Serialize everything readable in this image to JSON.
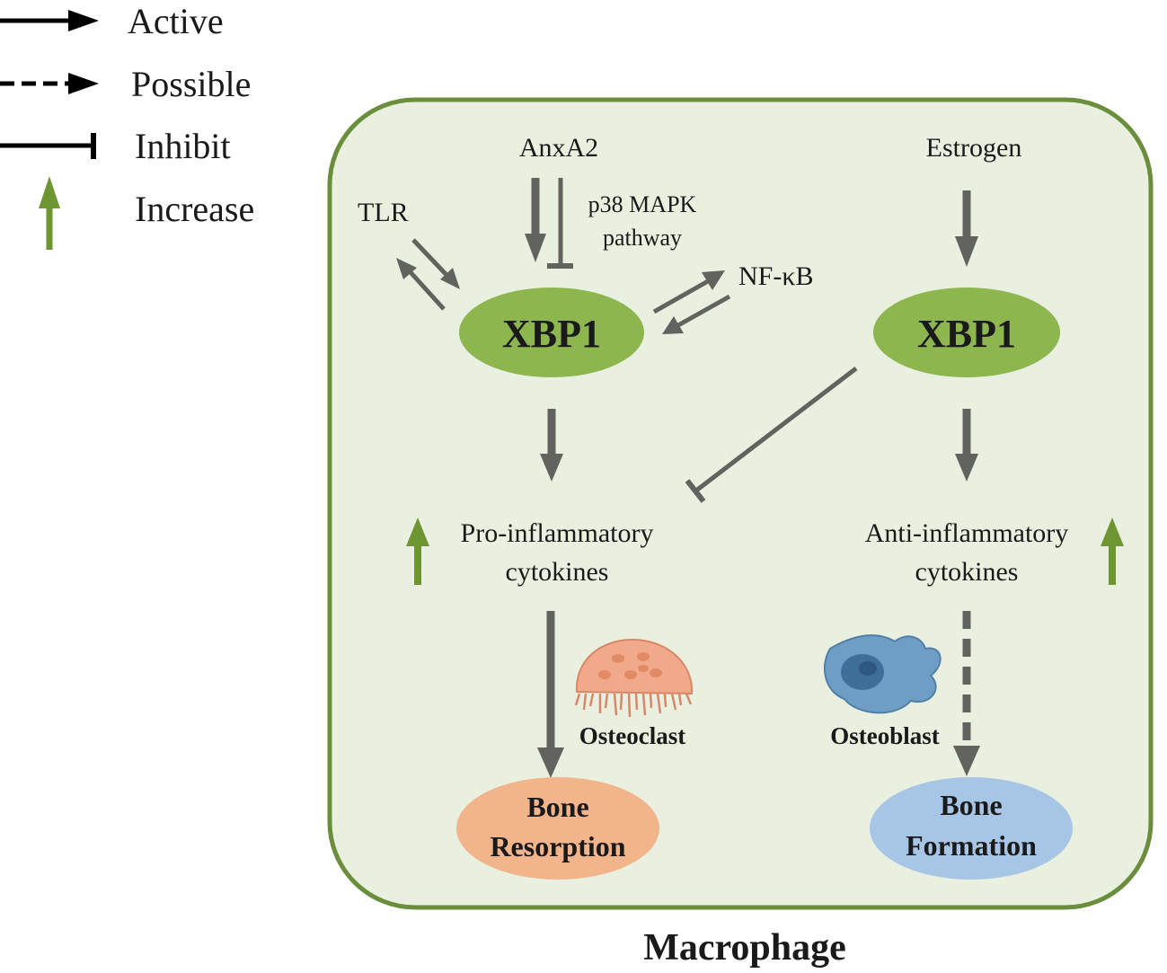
{
  "legend": {
    "active": "Active",
    "possible": "Possible",
    "inhibit": "Inhibit",
    "increase": "Increase"
  },
  "nodes": {
    "anxa2": "AnxA2",
    "p38_line1": "p38 MAPK",
    "p38_line2": "pathway",
    "tlr": "TLR",
    "nfkb": "NF-κB",
    "estrogen": "Estrogen",
    "xbp1_left": "XBP1",
    "xbp1_right": "XBP1",
    "pro_line1": "Pro-inflammatory",
    "pro_line2": "cytokines",
    "anti_line1": "Anti-inflammatory",
    "anti_line2": "cytokines",
    "osteoclast": "Osteoclast",
    "osteoblast": "Osteoblast",
    "resorption_line1": "Bone",
    "resorption_line2": "Resorption",
    "formation_line1": "Bone",
    "formation_line2": "Formation"
  },
  "title": "Macrophage",
  "colors": {
    "cell_fill": "#eaf0df",
    "cell_border": "#6b8e3d",
    "xbp1_fill": "#8db64f",
    "arrow": "#62625e",
    "increase_arrow": "#6d9633",
    "resorption_fill": "#f2b48a",
    "formation_fill": "#a7c6e6",
    "osteoclast_fill": "#f0a98a",
    "osteoblast_fill": "#6e9ec6"
  }
}
